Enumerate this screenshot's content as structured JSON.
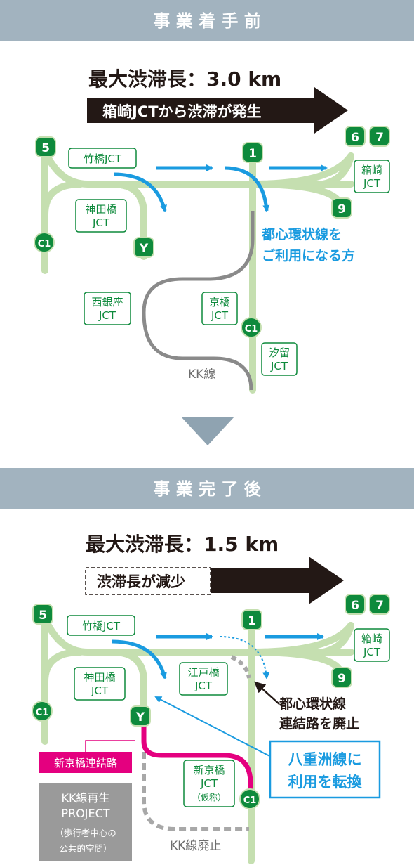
{
  "before": {
    "header": "事 業 着 手 前",
    "max_label": "最大渋滞長：3.0 km",
    "arrow_text": "箱崎JCTから渋滞が発生",
    "jct": {
      "takebashi": "竹橋JCT",
      "kandabashi": [
        "神田橋",
        "JCT"
      ],
      "nishiginza": [
        "西銀座",
        "JCT"
      ],
      "kyobashi": [
        "京橋",
        "JCT"
      ],
      "shiodome": [
        "汐留",
        "JCT"
      ],
      "hakozaki": [
        "箱崎",
        "JCT"
      ]
    },
    "kk_label": "KK線",
    "user_note": [
      "都心環状線を",
      "ご利用になる方"
    ]
  },
  "after": {
    "header": "事 業 完 了 後",
    "max_label": "最大渋滞長：1.5 km",
    "arrow_text": "渋滞長が減少",
    "jct": {
      "takebashi": "竹橋JCT",
      "kandabashi": [
        "神田橋",
        "JCT"
      ],
      "edobashi": [
        "江戸橋",
        "JCT"
      ],
      "shinkyobashi": [
        "新京橋",
        "JCT",
        "（仮称）"
      ],
      "hakozaki": [
        "箱崎",
        "JCT"
      ]
    },
    "shinkyobashi_link": "新京橋連結路",
    "kk_project": [
      "KK線再生",
      "PROJECT",
      "（歩行者中心の",
      "公共的空間）"
    ],
    "kk_abolished": "KK線廃止",
    "link_abolished": [
      "都心環状線",
      "連結路を廃止"
    ],
    "yaesu_switch": [
      "八重洲線に",
      "利用を転換"
    ]
  },
  "routes": {
    "r5": "5",
    "r6": "6",
    "r7": "7",
    "r1": "1",
    "r9": "9",
    "c1": "C1",
    "y": "Y"
  },
  "colors": {
    "header_bg": "#a2b3bf",
    "road": "#c5dfb0",
    "blue": "#1a9be0",
    "magenta": "#e4007f",
    "green": "#0e8a3c",
    "gray": "#8a8a8a",
    "dark": "#231815"
  }
}
